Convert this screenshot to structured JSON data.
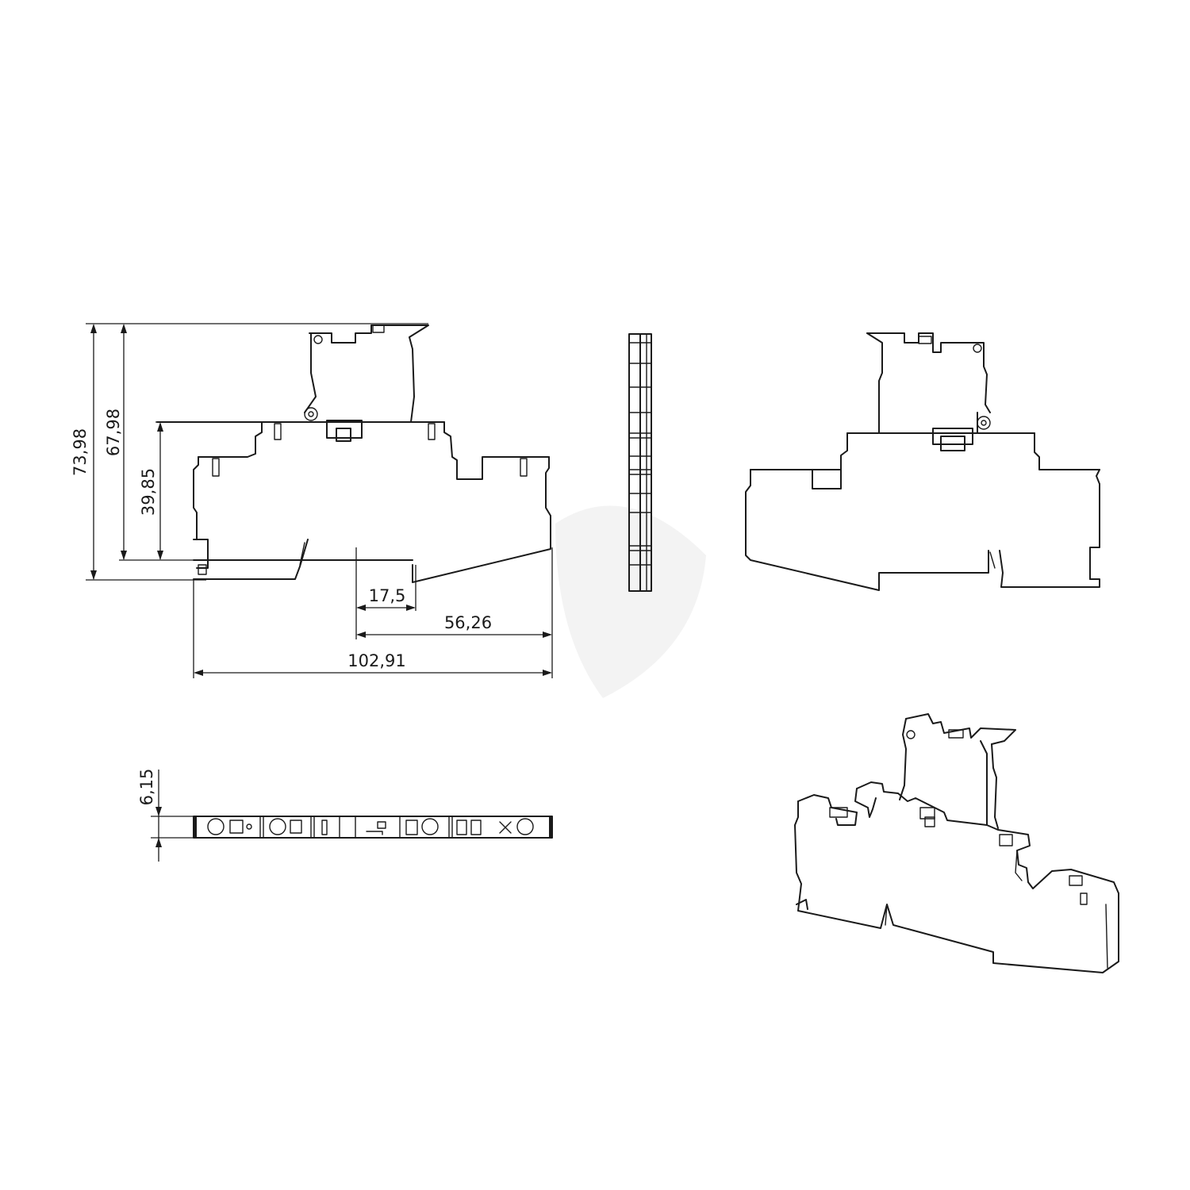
{
  "dimensions": {
    "overall_height": "73,98",
    "body_height": "67,98",
    "lower_height": "39,85",
    "offset_rail": "17,5",
    "offset_right": "56,26",
    "overall_length": "102,91",
    "width": "6,15"
  }
}
